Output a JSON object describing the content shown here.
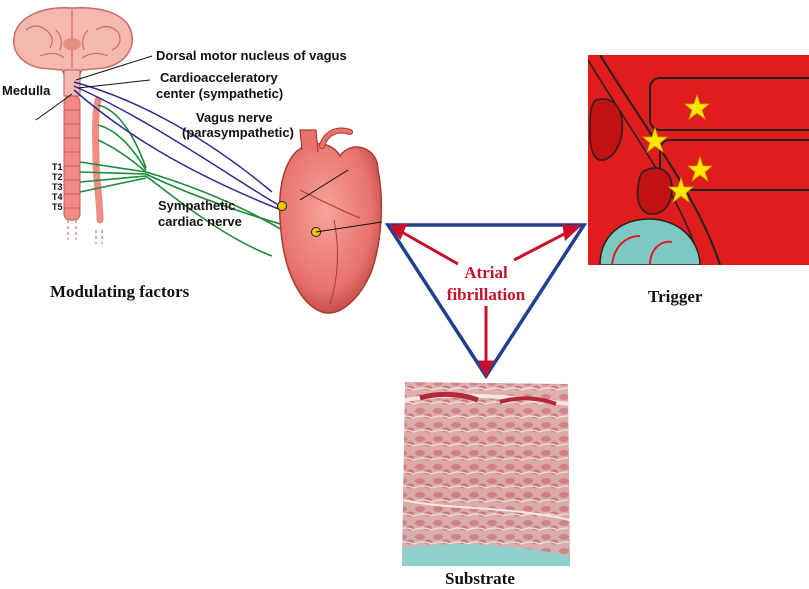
{
  "labels": {
    "dorsal_motor": "Dorsal motor nucleus of vagus",
    "cardioacc_1": "Cardioacceleratory",
    "cardioacc_2": "center (sympathetic)",
    "medulla": "Medulla",
    "vagus_1": "Vagus nerve",
    "vagus_2": "(parasympathetic)",
    "symp_1": "Sympathetic",
    "symp_2": "cardiac nerve",
    "t_labels": [
      "T1",
      "T2",
      "T3",
      "T4",
      "T5"
    ]
  },
  "captions": {
    "modulating": "Modulating factors",
    "trigger": "Trigger",
    "substrate": "Substrate"
  },
  "center": {
    "line1": "Atrial",
    "line2": "fibrillation"
  },
  "colors": {
    "triangle": "#1f3f8f",
    "arrow": "#c8102e",
    "center_text": "#c8102e",
    "vagus_nerve": "#2b2b8f",
    "sympathetic_nerve": "#1e8a3a",
    "heart": "#e8736c",
    "vein": "#e11c1c",
    "star": "#ffe600"
  },
  "icons": [
    "brain-icon",
    "spinal-cord-icon",
    "heart-icon",
    "star-icon"
  ]
}
